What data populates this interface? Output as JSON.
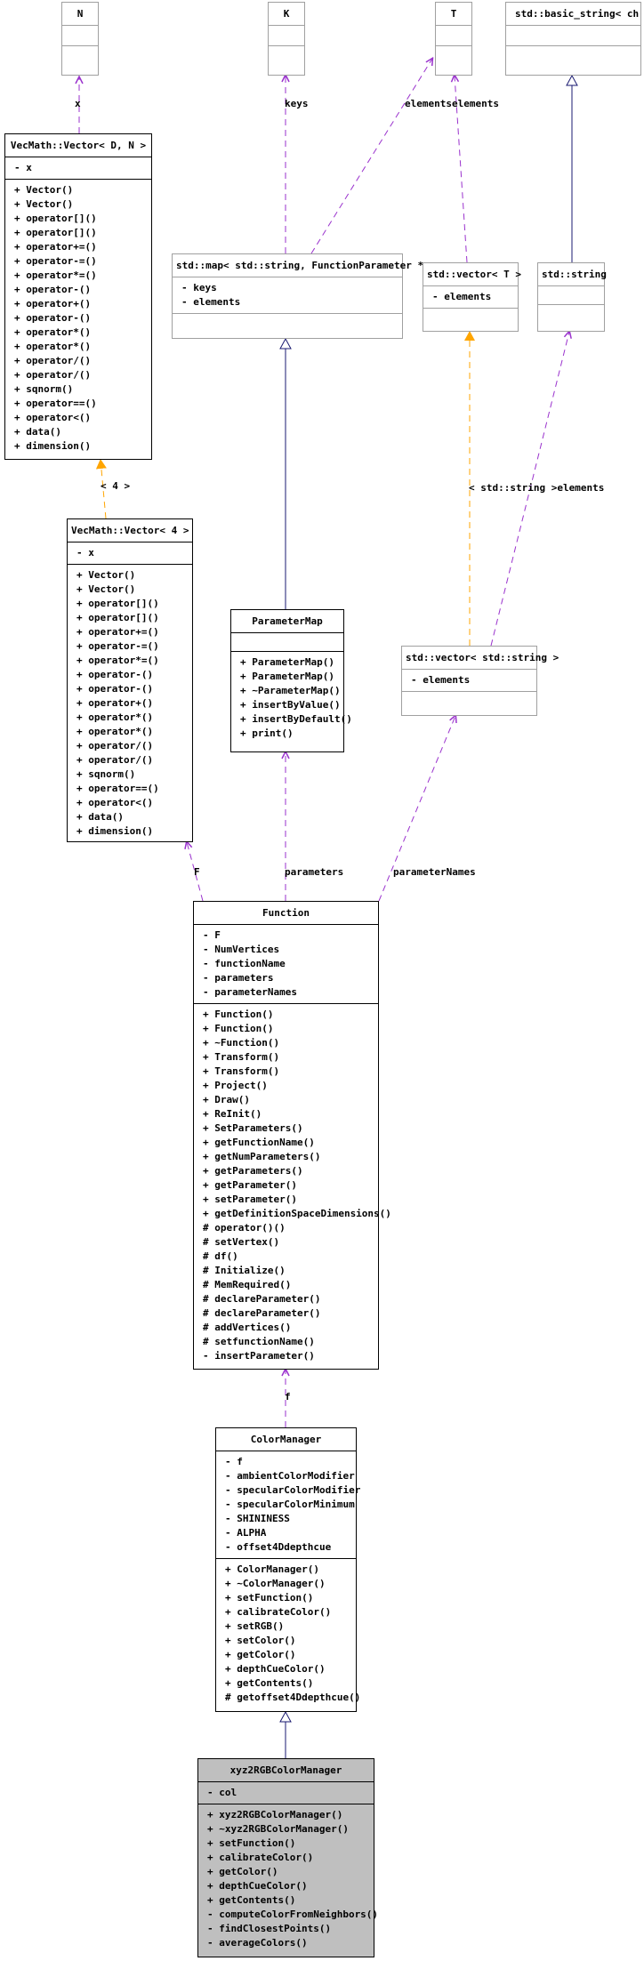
{
  "classes": {
    "N": {
      "title": "N",
      "attrs": [],
      "methods": []
    },
    "K": {
      "title": "K",
      "attrs": [],
      "methods": []
    },
    "T": {
      "title": "T",
      "attrs": [],
      "methods": []
    },
    "basic_string": {
      "title": "std::basic_string< ch",
      "attrs": [],
      "methods": []
    },
    "vec_dn": {
      "title": "VecMath::Vector< D, N >",
      "attrs": [
        "- x"
      ],
      "methods": [
        "+ Vector()",
        "+ Vector()",
        "+ operator[]()",
        "+ operator[]()",
        "+ operator+=()",
        "+ operator-=()",
        "+ operator*=()",
        "+ operator-()",
        "+ operator+()",
        "+ operator-()",
        "+ operator*()",
        "+ operator*()",
        "+ operator/()",
        "+ operator/()",
        "+ sqnorm()",
        "+ operator==()",
        "+ operator<()",
        "+ data()",
        "+ dimension()"
      ]
    },
    "map": {
      "title": "std::map< std::string, FunctionParameter * >",
      "attrs": [
        "- keys",
        "- elements"
      ],
      "methods": []
    },
    "vector_t": {
      "title": "std::vector< T >",
      "attrs": [
        "- elements"
      ],
      "methods": []
    },
    "string": {
      "title": "std::string",
      "attrs": [],
      "methods": []
    },
    "vec_4": {
      "title": "VecMath::Vector< 4 >",
      "attrs": [
        "- x"
      ],
      "methods": [
        "+ Vector()",
        "+ Vector()",
        "+ operator[]()",
        "+ operator[]()",
        "+ operator+=()",
        "+ operator-=()",
        "+ operator*=()",
        "+ operator-()",
        "+ operator-()",
        "+ operator+()",
        "+ operator*()",
        "+ operator*()",
        "+ operator/()",
        "+ operator/()",
        "+ sqnorm()",
        "+ operator==()",
        "+ operator<()",
        "+ data()",
        "+ dimension()"
      ]
    },
    "parammap": {
      "title": "ParameterMap",
      "attrs": [],
      "methods": [
        "+ ParameterMap()",
        "+ ParameterMap()",
        "+ ~ParameterMap()",
        "+ insertByValue()",
        "+ insertByDefault()",
        "+ print()"
      ]
    },
    "vector_string": {
      "title": "std::vector< std::string >",
      "attrs": [
        "- elements"
      ],
      "methods": []
    },
    "function": {
      "title": "Function",
      "attrs": [
        "- F",
        "- NumVertices",
        "- functionName",
        "- parameters",
        "- parameterNames"
      ],
      "methods": [
        "+ Function()",
        "+ Function()",
        "+ ~Function()",
        "+ Transform()",
        "+ Transform()",
        "+ Project()",
        "+ Draw()",
        "+ ReInit()",
        "+ SetParameters()",
        "+ getFunctionName()",
        "+ getNumParameters()",
        "+ getParameters()",
        "+ getParameter()",
        "+ setParameter()",
        "+ getDefinitionSpaceDimensions()",
        "# operator()()",
        "# setVertex()",
        "# df()",
        "# Initialize()",
        "# MemRequired()",
        "# declareParameter()",
        "# declareParameter()",
        "# addVertices()",
        "# setfunctionName()",
        "- insertParameter()"
      ]
    },
    "colormanager": {
      "title": "ColorManager",
      "attrs": [
        "- f",
        "- ambientColorModifier",
        "- specularColorModifier",
        "- specularColorMinimum",
        "- SHININESS",
        "- ALPHA",
        "- offset4Ddepthcue"
      ],
      "methods": [
        "+ ColorManager()",
        "+ ~ColorManager()",
        "+ setFunction()",
        "+ calibrateColor()",
        "+ setRGB()",
        "+ setColor()",
        "+ getColor()",
        "+ depthCueColor()",
        "+ getContents()",
        "# getoffset4Ddepthcue()"
      ]
    },
    "xyz2rgb": {
      "title": "xyz2RGBColorManager",
      "attrs": [
        "- col"
      ],
      "methods": [
        "+ xyz2RGBColorManager()",
        "+ ~xyz2RGBColorManager()",
        "+ setFunction()",
        "+ calibrateColor()",
        "+ getColor()",
        "+ depthCueColor()",
        "+ getContents()",
        "- computeColorFromNeighbors()",
        "- findClosestPoints()",
        "- averageColors()"
      ]
    }
  },
  "edge_labels": {
    "x": "x",
    "keys": "keys",
    "elements_elements": "elementselements",
    "four": "< 4 >",
    "string_elements": "< std::string >elements",
    "F": "F",
    "parameters": "parameters",
    "parameterNames": "parameterNames",
    "f": "f"
  },
  "colors": {
    "usage_arrow": "#9a32cd",
    "template_arrow": "#ffa500",
    "inheritance": "#191970",
    "box_border": "#000000",
    "template_box_border": "#a0a0a0",
    "highlight_fill": "#bfbfbf"
  }
}
